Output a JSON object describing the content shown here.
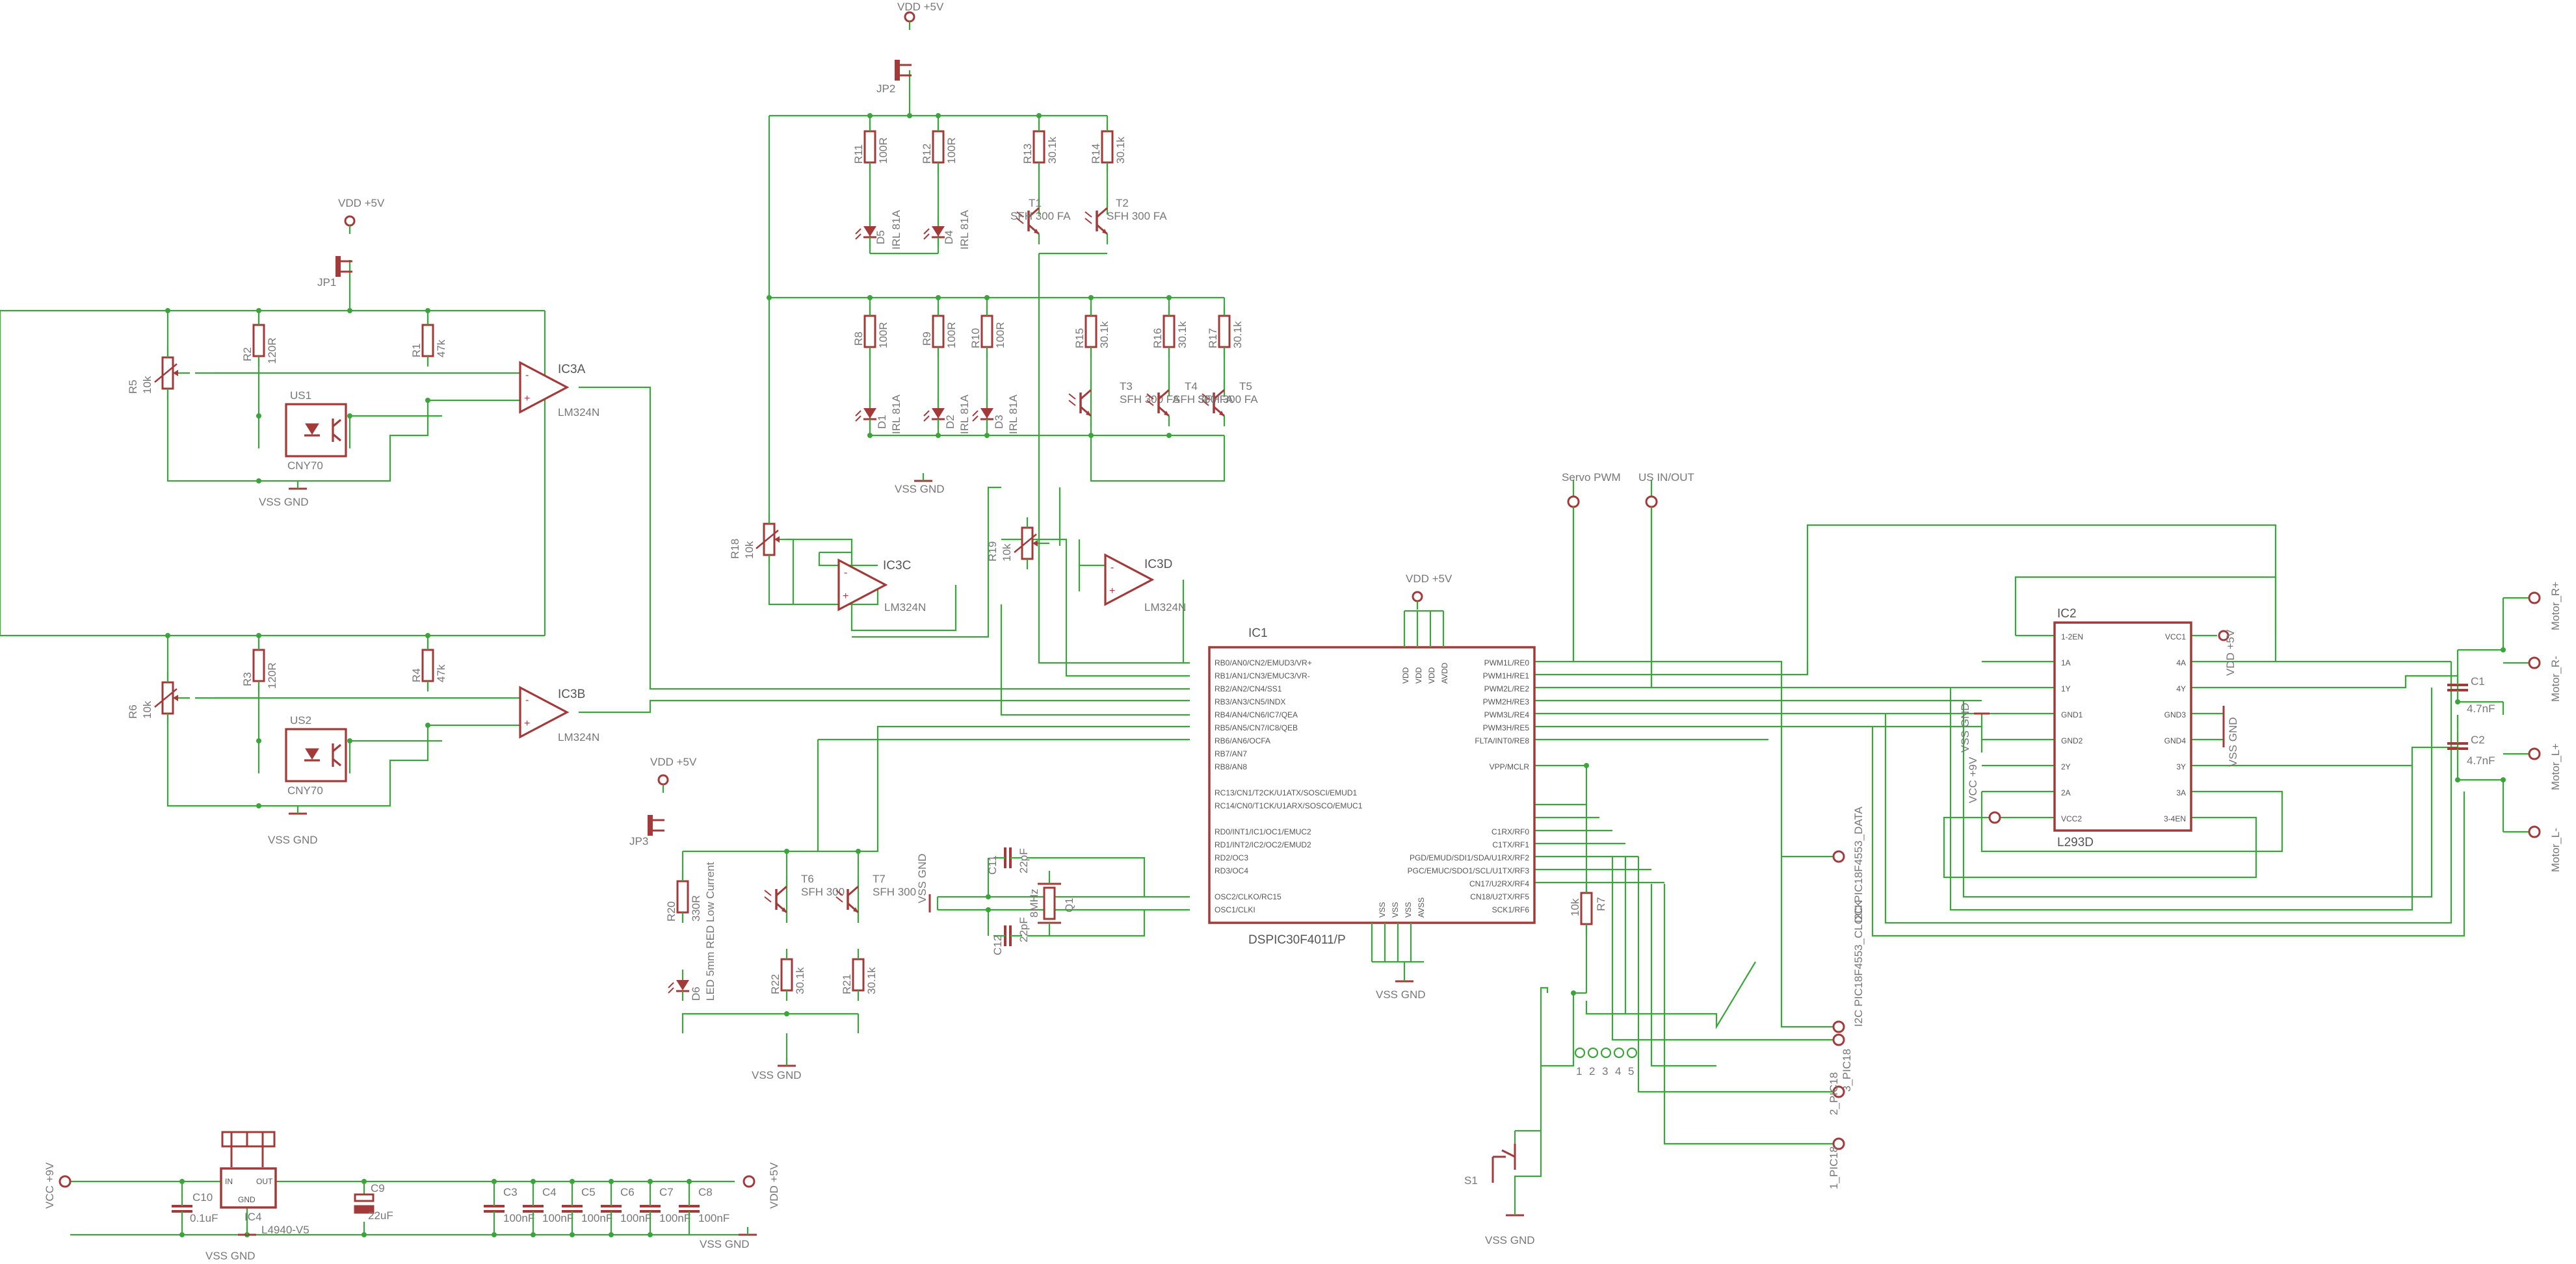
{
  "diagram": {
    "net_labels": {
      "vdd": "VDD +5V",
      "vss": "VSS GND",
      "vcc9": "VCC +9V",
      "servo": "Servo PWM",
      "us": "US IN/OUT",
      "vcc9v_ic2": "VCC +9V",
      "vss_ic2": "VSS GND"
    },
    "connectors": {
      "motor_r_plus": "Motor_R+",
      "motor_r_minus": "Motor_R-",
      "motor_l_plus": "Motor_L+",
      "motor_l_minus": "Motor_L-",
      "i2c_data": "I2C PIC18F4553_DATA",
      "i2c_clock": "I2C PIC18F4553_CLOCK",
      "pic18_2": "2_PIC18",
      "pic18_3": "3_PIC18",
      "pic18_1": "1_PIC18",
      "jp_pins": [
        "1",
        "2",
        "3",
        "4",
        "5"
      ]
    },
    "parts": {
      "jp1": "JP1",
      "jp2": "JP2",
      "jp3": "JP3",
      "r1": "R1",
      "r1v": "47k",
      "r2": "R2",
      "r2v": "120R",
      "r3": "R3",
      "r3v": "120R",
      "r4": "R4",
      "r4v": "47k",
      "r5": "R5",
      "r5v": "10k",
      "r6": "R6",
      "r6v": "10k",
      "r7": "R7",
      "r7v": "10k",
      "r8": "R8",
      "r9": "R9",
      "r10": "R10",
      "r11": "R11",
      "r12": "R12",
      "r100": "100R",
      "r13": "R13",
      "r14": "R14",
      "r15": "R15",
      "r16": "R16",
      "r17": "R17",
      "r301k": "30.1k",
      "r18": "R18",
      "r18v": "10k",
      "r19": "R19",
      "r19v": "10k",
      "r20": "R20",
      "r20v": "330R",
      "r21": "R21",
      "r21v": "30.1k",
      "r22": "R22",
      "r22v": "30.1k",
      "d1": "D1",
      "d2": "D2",
      "d3": "D3",
      "d4": "D4",
      "d5": "D5",
      "irl81a": "IRL 81A",
      "d6": "D6",
      "d6v": "LED 5mm RED Low Current",
      "t1": "T1",
      "t2": "T2",
      "t3": "T3",
      "t4": "T4",
      "t5": "T5",
      "t6": "T6",
      "t7": "T7",
      "sfh300": "SFH 300 FA",
      "sfh300s": "SFH 300",
      "us1": "US1",
      "us2": "US2",
      "cny70": "CNY70",
      "ic3a": "IC3A",
      "ic3b": "IC3B",
      "ic3c": "IC3C",
      "ic3d": "IC3D",
      "lm324": "LM324N",
      "ic1": "IC1",
      "ic1v": "DSPIC30F4011/P",
      "ic2": "IC2",
      "ic2v": "L293D",
      "ic4": "IC4",
      "ic4v": "L4940-V5",
      "ic4_in": "IN",
      "ic4_out": "OUT",
      "ic4_gnd": "GND",
      "c1": "C1",
      "c2": "C2",
      "c47n": "4.7nF",
      "c3": "C3",
      "c4": "C4",
      "c5": "C5",
      "c6": "C6",
      "c7": "C7",
      "c8": "C8",
      "c100n": "100nF",
      "c9": "C9",
      "c9v": "22uF",
      "c10": "C10",
      "c10v": "0.1uF",
      "c11": "C11",
      "c12": "C12",
      "c22p": "22pF",
      "q1": "Q1",
      "q1v": "8MHz",
      "s1": "S1"
    },
    "ic1_pins_left": [
      "RB0/AN0/CN2/EMUD3/VR+",
      "RB1/AN1/CN3/EMUC3/VR-",
      "RB2/AN2/CN4/SS1",
      "RB3/AN3/CN5/INDX",
      "RB4/AN4/CN6/IC7/QEA",
      "RB5/AN5/CN7/IC8/QEB",
      "RB6/AN6/OCFA",
      "RB7/AN7",
      "RB8/AN8",
      "RC13/CN1/T2CK/U1ATX/SOSCI/EMUD1",
      "RC14/CN0/T1CK/U1ARX/SOSCO/EMUC1",
      "RD0/INT1/IC1/OC1/EMUC2",
      "RD1/INT2/IC2/OC2/EMUD2",
      "RD2/OC3",
      "RD3/OC4",
      "OSC2/CLKO/RC15",
      "OSC1/CLKI"
    ],
    "ic1_pins_right": [
      "PWM1L/RE0",
      "PWM1H/RE1",
      "PWM2L/RE2",
      "PWM2H/RE3",
      "PWM3L/RE4",
      "PWM3H/RE5",
      "FLTA/INT0/RE8",
      "VPP/MCLR",
      "C1RX/RF0",
      "C1TX/RF1",
      "PGD/EMUD/SDI1/SDA/U1RX/RF2",
      "PGC/EMUC/SDO1/SCL/U1TX/RF3",
      "CN17/U2RX/RF4",
      "CN18/U2TX/RF5",
      "SCK1/RF6"
    ],
    "ic1_power_top": [
      "VDD",
      "VDD",
      "VDD",
      "AVDD"
    ],
    "ic1_power_bottom": [
      "VSS",
      "VSS",
      "VSS",
      "AVSS"
    ],
    "ic2_left": [
      "1-2EN",
      "1A",
      "1Y",
      "GND1",
      "GND2",
      "2Y",
      "2A",
      "VCC2"
    ],
    "ic2_right": [
      "VCC1",
      "4A",
      "4Y",
      "GND3",
      "GND4",
      "3Y",
      "3A",
      "3-4EN"
    ]
  }
}
